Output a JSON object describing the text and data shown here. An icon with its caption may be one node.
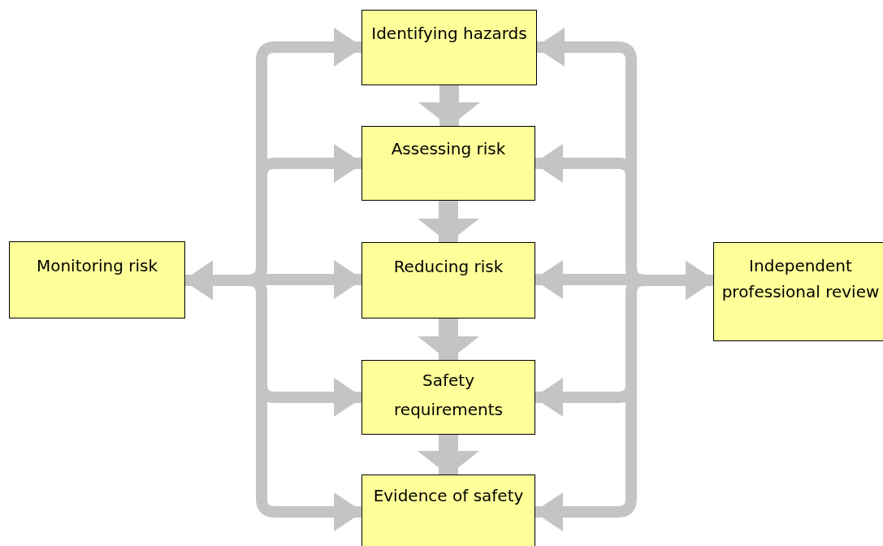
{
  "diagram": {
    "nodes": [
      {
        "text": [
          "Identifying hazards"
        ]
      },
      {
        "text": [
          "Assessing risk"
        ]
      },
      {
        "text": [
          "Reducing risk"
        ]
      },
      {
        "text": [
          "Safety requirements"
        ]
      },
      {
        "text": [
          "Evidence of safety"
        ]
      },
      {
        "text": [
          "Monitoring risk"
        ]
      },
      {
        "text": [
          "Independent professional review"
        ]
      }
    ],
    "edges": [
      {
        "from": 0,
        "to": 1,
        "arrow": "to"
      },
      {
        "from": 1,
        "to": 2,
        "arrow": "to"
      },
      {
        "from": 2,
        "to": 3,
        "arrow": "to"
      },
      {
        "from": 3,
        "to": 4,
        "arrow": "to"
      },
      {
        "from": 5,
        "to": 0,
        "arrow": "both"
      },
      {
        "from": 5,
        "to": 1,
        "arrow": "both"
      },
      {
        "from": 5,
        "to": 2,
        "arrow": "both"
      },
      {
        "from": 5,
        "to": 3,
        "arrow": "both"
      },
      {
        "from": 5,
        "to": 4,
        "arrow": "both"
      },
      {
        "from": 6,
        "to": 0,
        "arrow": "both"
      },
      {
        "from": 6,
        "to": 1,
        "arrow": "both"
      },
      {
        "from": 6,
        "to": 2,
        "arrow": "both"
      },
      {
        "from": 6,
        "to": 3,
        "arrow": "both"
      },
      {
        "from": 6,
        "to": 4,
        "arrow": "both"
      }
    ]
  }
}
